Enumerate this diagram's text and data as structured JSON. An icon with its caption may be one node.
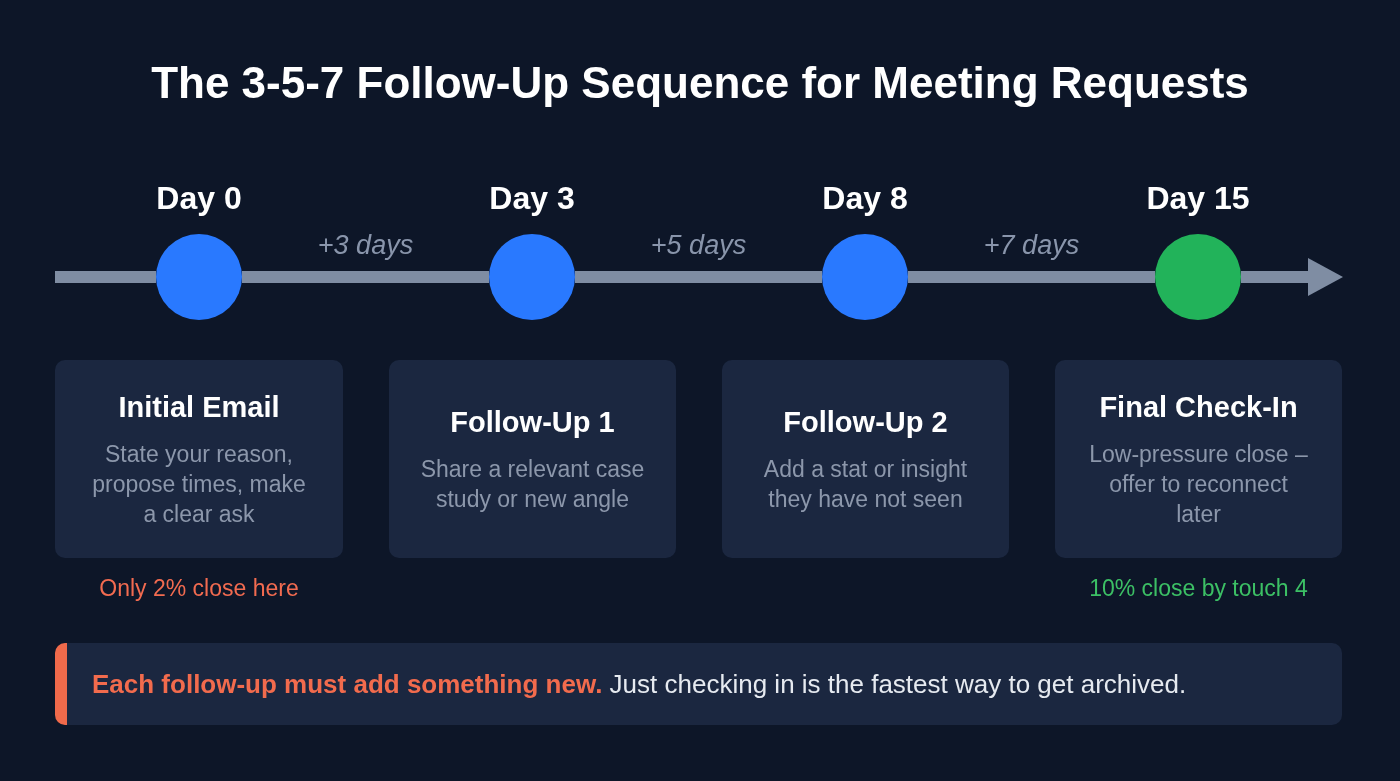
{
  "diagram": {
    "title": "The 3-5-7 Follow-Up Sequence for Meeting Requests",
    "nodes": [
      {
        "text": [
          "Day 0"
        ]
      },
      {
        "text": [
          "Day 3"
        ]
      },
      {
        "text": [
          "Day 8"
        ]
      },
      {
        "text": [
          "Day 15"
        ]
      },
      {
        "text": [
          "Initial Email",
          "State your reason, propose times, make a clear ask"
        ],
        "beside": [
          "Only 2% close here"
        ]
      },
      {
        "text": [
          "Follow-Up 1",
          "Share a relevant case study or new angle"
        ]
      },
      {
        "text": [
          "Follow-Up 2",
          "Add a stat or insight they have not seen"
        ]
      },
      {
        "text": [
          "Final Check-In",
          "Low-pressure close – offer to reconnect later"
        ],
        "beside": [
          "10% close by touch 4"
        ]
      },
      {
        "text": [
          "**Each follow-up must add something new.** Just checking in is the fastest way to get archived."
        ]
      }
    ],
    "edges": [
      {
        "from": null,
        "to": 0,
        "arrow": "none"
      },
      {
        "from": 0,
        "to": 1,
        "arrow": "none",
        "label": "+3 days"
      },
      {
        "from": 1,
        "to": 2,
        "arrow": "none",
        "label": "+5 days"
      },
      {
        "from": 2,
        "to": 3,
        "arrow": "none",
        "label": "+7 days"
      },
      {
        "from": 3,
        "to": null,
        "arrow": "to"
      }
    ]
  }
}
